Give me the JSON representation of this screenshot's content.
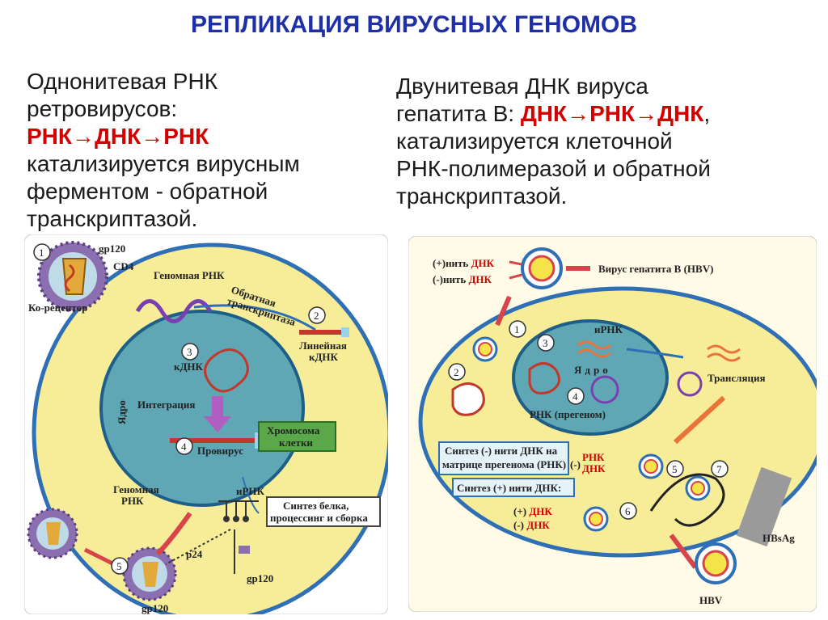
{
  "title": "РЕПЛИКАЦИЯ ВИРУСНЫХ ГЕНОМОВ",
  "left_caption": {
    "line1": "Однонитевая РНК",
    "line2": "ретровирусов:",
    "scheme": "РНК→ДНК→РНК",
    "line4": "катализируется вирусным",
    "line5": "ферментом -  обратной",
    "line6": "транскриптазой."
  },
  "right_caption": {
    "line1": "Двунитевая ДНК вируса",
    "line2_prefix": "гепатита В: ",
    "scheme": "ДНК→РНК→ДНК",
    "line3": "катализируется клеточной",
    "line4": "РНК-полимеразой и обратной",
    "line5": "транскриптазой."
  },
  "left_diagram": {
    "labels": {
      "gp120_top": "gp120",
      "cd4": "CD4",
      "genomic_rna": "Геномная РНК",
      "coreceptor": "Ко-рецептор",
      "rt_1": "Обратная",
      "rt_2": "транскриптаза",
      "linear_1": "Линейная",
      "linear_2": "кДНК",
      "cdna": "кДНК",
      "nucleus": "Ядро",
      "integration": "Интеграция",
      "chromosome_1": "Хромосома",
      "chromosome_2": "клетки",
      "provirus": "Провирус",
      "genomic_rna2_1": "Геномная",
      "genomic_rna2_2": "РНК",
      "mrna": "иРНК",
      "synthesis_1": "Синтез белка,",
      "synthesis_2": "процессинг и сборка",
      "p24": "p24",
      "gp120_mid": "gp120",
      "gp120_bottom": "gp120"
    },
    "steps": [
      "1",
      "2",
      "3",
      "4",
      "5"
    ]
  },
  "right_diagram": {
    "labels": {
      "plus_strand_prefix": "(+)нить ",
      "minus_strand_prefix": "(-)нить ",
      "dna": "ДНК",
      "hbv_title": "Вирус гепатита В (HBV)",
      "mrna": "иРНК",
      "nucleus": "Ядро",
      "translation": "Трансляция",
      "pregenome": "РНК (прегеном)",
      "syn_minus_1": "Синтез (-) нити ДНК на",
      "syn_minus_2": "матрице прегенома (РНК)",
      "syn_plus": "Синтез (+) нити ДНК:",
      "rna": "РНК",
      "dna_minus": "ДНК",
      "plus_sign": "(+)",
      "minus_sign": "(-)",
      "hbsag": "HBsAg",
      "hbv": "HBV"
    },
    "steps": [
      "1",
      "2",
      "3",
      "4",
      "5",
      "6",
      "7"
    ]
  },
  "colors": {
    "title": "#1f2fa8",
    "highlight": "#d40000",
    "cytoplasm": "#f7ec98",
    "nucleus": "#5fa7b4",
    "membrane": "#2f6fb5"
  }
}
